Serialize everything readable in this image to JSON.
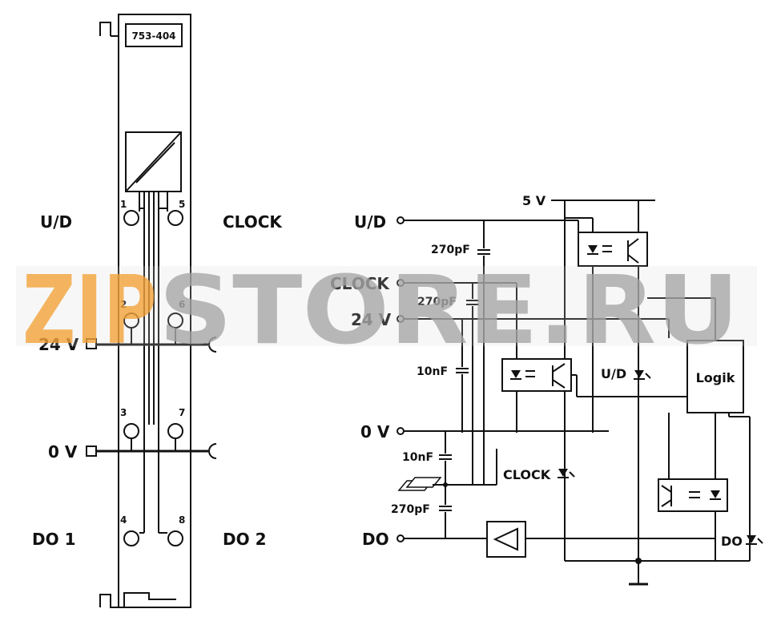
{
  "module": {
    "part_number": "753-404"
  },
  "terminal_diagram": {
    "labels_left": [
      "U/D",
      "24 V",
      "0 V",
      "DO 1"
    ],
    "labels_right": [
      "CLOCK",
      "DO 2"
    ],
    "pins": [
      "1",
      "2",
      "3",
      "4",
      "5",
      "6",
      "7",
      "8"
    ]
  },
  "circuit": {
    "supply": "5 V",
    "inputs": [
      "U/D",
      "CLOCK",
      "24 V",
      "0 V",
      "DO"
    ],
    "capacitors": [
      "270pF",
      "270pF",
      "10nF",
      "10nF",
      "270pF"
    ],
    "logic_block": "Logik",
    "leds": [
      "U/D",
      "CLOCK",
      "DO"
    ]
  },
  "watermark": "ZIPSTORE.RU"
}
